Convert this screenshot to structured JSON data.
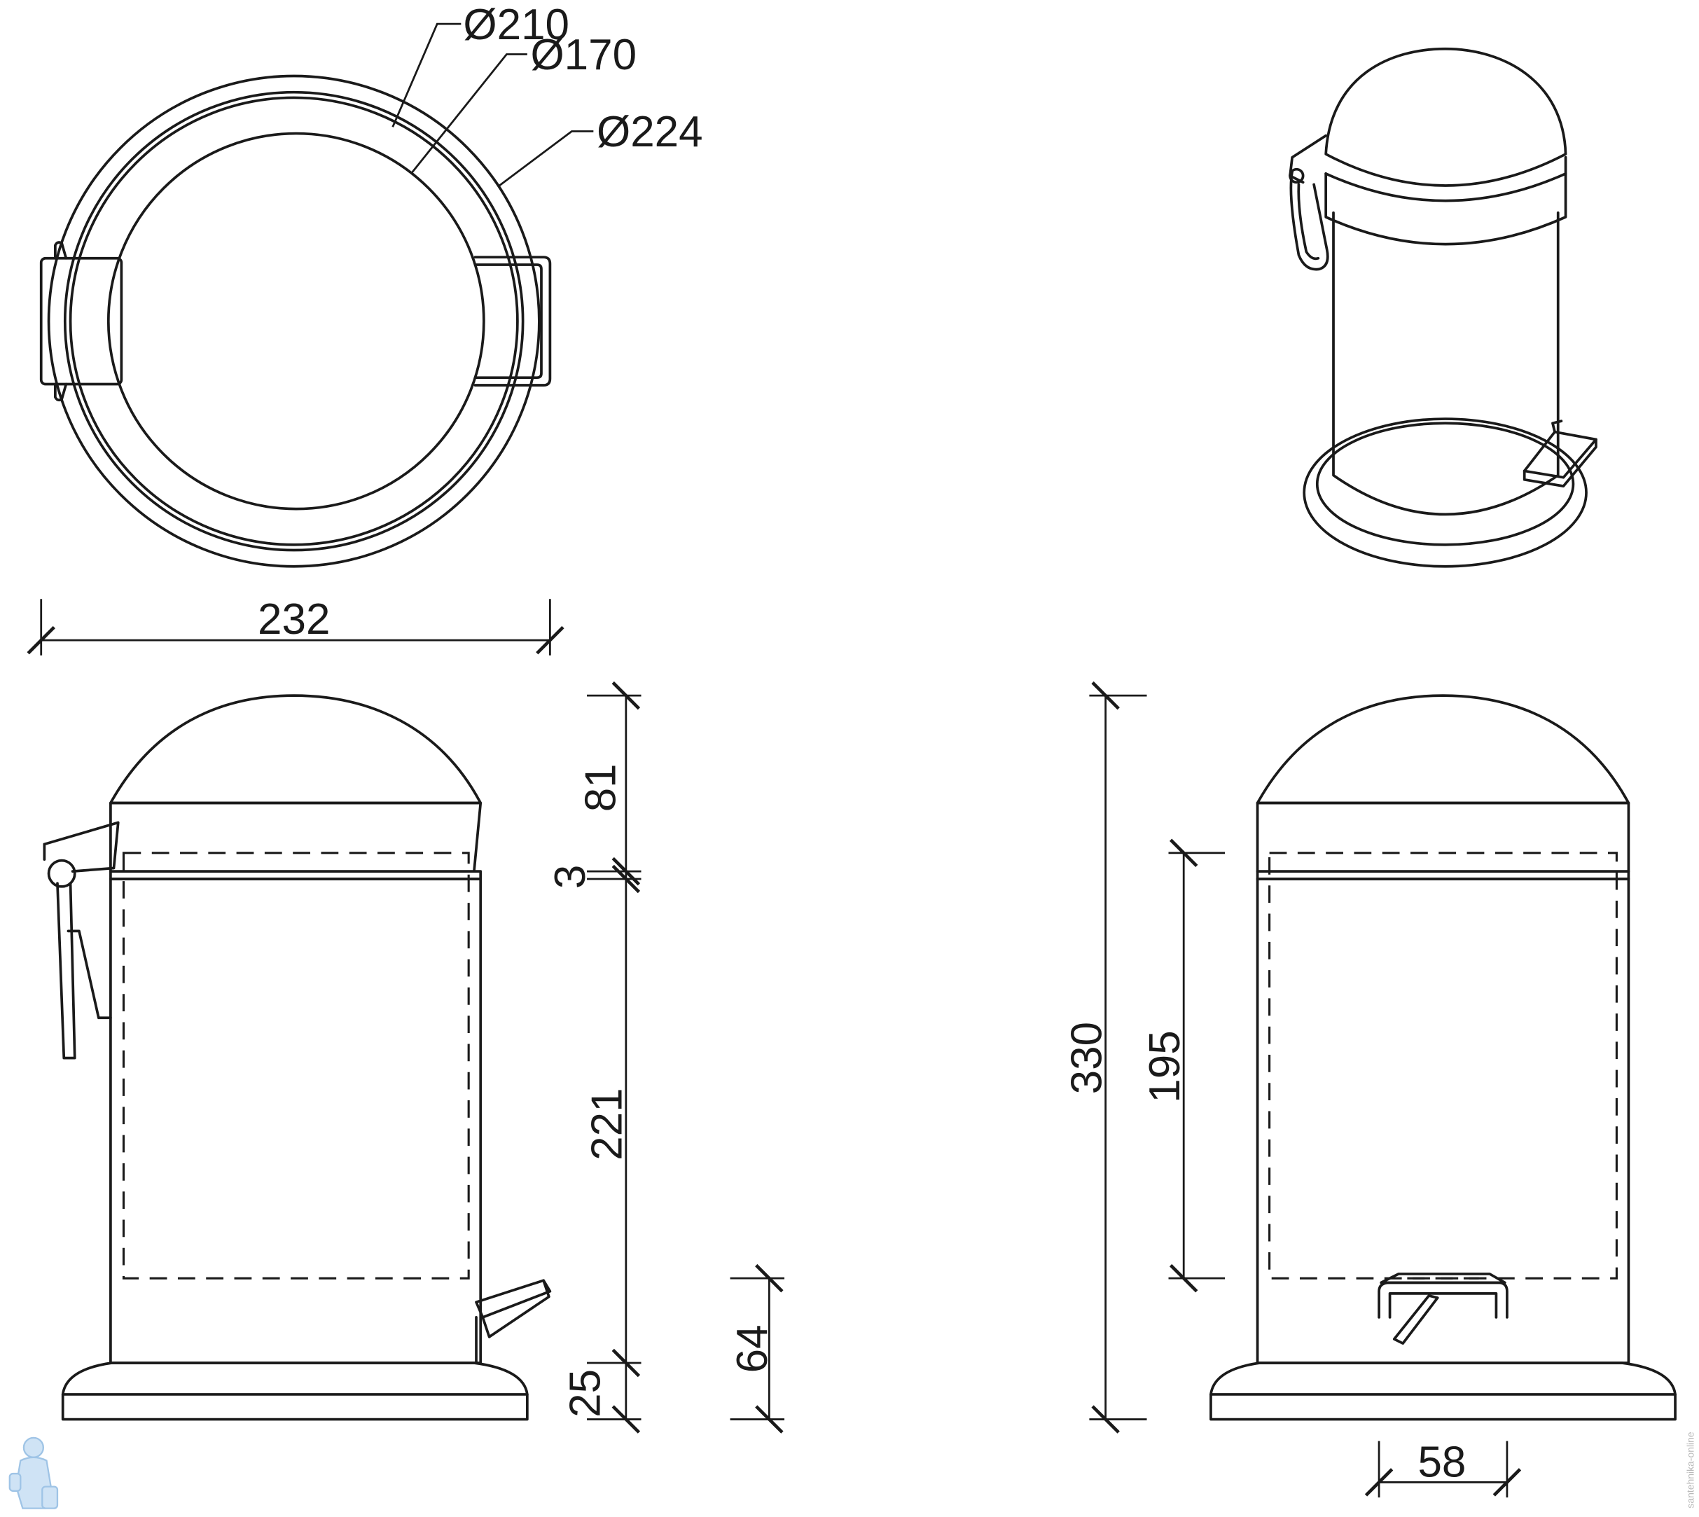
{
  "dimensions": {
    "top_view": {
      "diameter_outer_ring": "Ø210",
      "diameter_inner": "Ø170",
      "diameter_base": "Ø224",
      "total_width": "232"
    },
    "side_view": {
      "lid_height": "81",
      "gap": "3",
      "body_height": "221",
      "base_height": "25",
      "pedal_height": "64"
    },
    "front_view": {
      "total_height": "330",
      "inner_bucket_height": "195",
      "pedal_width": "58"
    }
  },
  "watermark": {
    "icon": "plumber-logo-icon",
    "side_text": "santehnika-online"
  }
}
